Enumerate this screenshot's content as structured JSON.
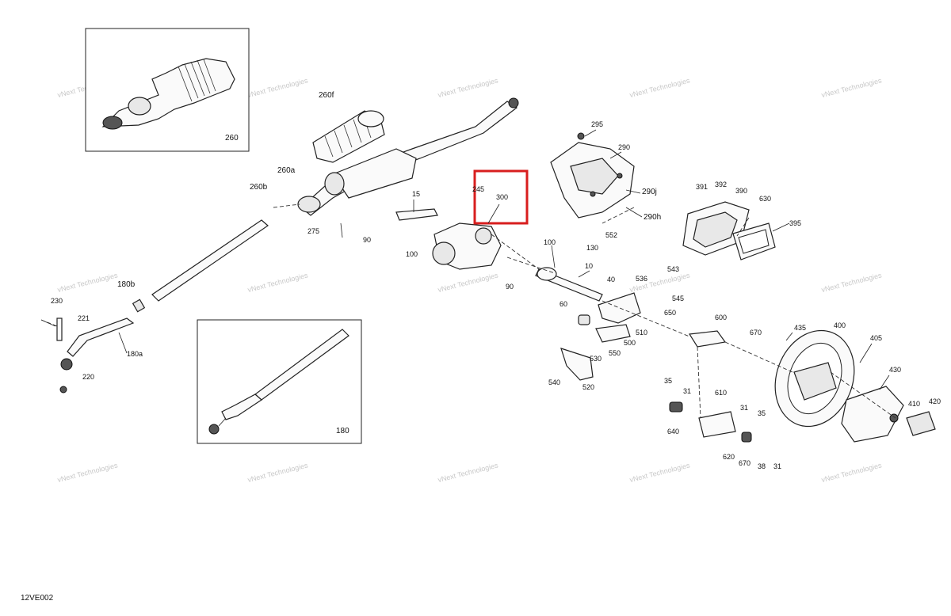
{
  "diagram_code": "12VE002",
  "watermark": "vNext Technologies",
  "callouts": [
    "260",
    "260f",
    "260a",
    "260b",
    "15",
    "245",
    "300",
    "275",
    "90",
    "100",
    "180b",
    "230",
    "221",
    "180a",
    "220",
    "180",
    "10",
    "40",
    "536",
    "543",
    "545",
    "650",
    "60",
    "510",
    "500",
    "550",
    "530",
    "520",
    "540",
    "295",
    "290",
    "290j",
    "290h",
    "552",
    "130",
    "391",
    "392",
    "390",
    "630",
    "395",
    "600",
    "670",
    "435",
    "400",
    "405",
    "430",
    "420",
    "410",
    "35",
    "31",
    "610",
    "640",
    "620",
    "38"
  ],
  "highlight": {
    "label": "300",
    "color": "#d81e1e"
  }
}
